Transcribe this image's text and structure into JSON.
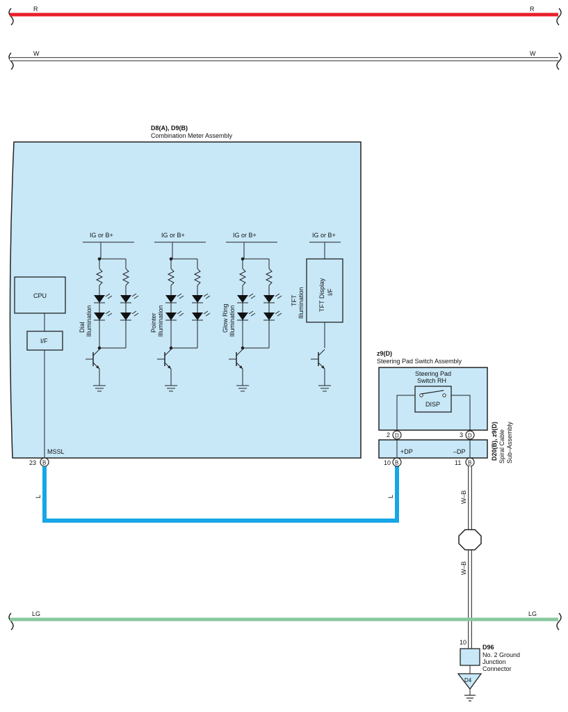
{
  "wires": {
    "r_label": "R",
    "w_label": "W",
    "lg_label": "LG",
    "l_label": "L",
    "wb_label": "W–B",
    "colors": {
      "red": "#e8202a",
      "blue": "#17a6e6",
      "green": "#8ac8a0",
      "white": "#ffffff"
    }
  },
  "meter": {
    "code": "D8(A), D9(B)",
    "name": "Combination Meter Assembly",
    "cpu": "CPU",
    "if": "I/F",
    "mssl": "MSSL",
    "pin": "23",
    "conn": "B",
    "supply": "IG or B+",
    "dial": [
      "Dial",
      "Illumination"
    ],
    "pointer": [
      "Pointer",
      "Illumination"
    ],
    "glow": [
      "Glow Ring",
      "Illumination"
    ],
    "tft": [
      "TFT",
      "Illumination"
    ],
    "tft_display": [
      "TFT Display",
      "I/F"
    ],
    "fill": "#c8e8f8"
  },
  "switch": {
    "code": "z9(D)",
    "name": "Steering Pad Switch Assembly",
    "sw_title": [
      "Steering Pad",
      "Switch RH"
    ],
    "disp": "DISP",
    "pin2": "2",
    "pin3": "3",
    "conn": "D"
  },
  "spiral": {
    "code": "D20(B), z9(D)",
    "name": [
      "Spiral Cable",
      "Sub–Assembly"
    ],
    "plus": "+DP",
    "minus": "–DP",
    "pin10": "10",
    "pin11": "11",
    "conn": "B"
  },
  "ground": {
    "code": "D96",
    "name": [
      "No. 2 Ground",
      "Junction",
      "Connector"
    ],
    "pin": "10",
    "gnd": "D4"
  }
}
